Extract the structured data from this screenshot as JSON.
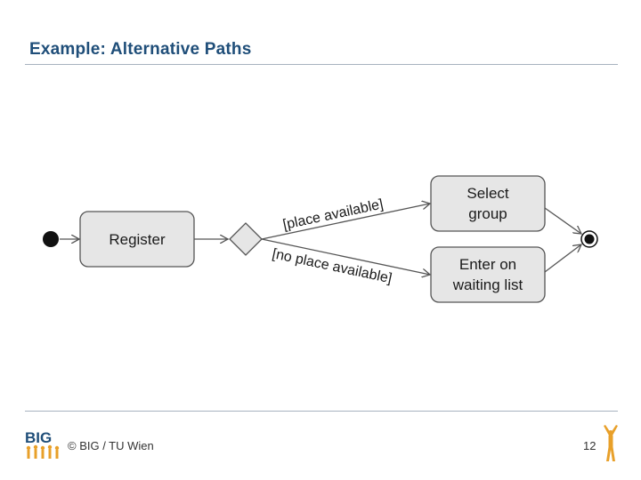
{
  "slide": {
    "title": "Example:  Alternative Paths",
    "copyright": "© BIG / TU Wien",
    "page_number": "12",
    "logo_text": "BIG"
  },
  "diagram": {
    "nodes": {
      "register": "Register",
      "select_group_line1": "Select",
      "select_group_line2": "group",
      "waiting_list_line1": "Enter on",
      "waiting_list_line2": "waiting list"
    },
    "guards": {
      "place_available": "[place available]",
      "no_place_available": "[no place available]"
    }
  },
  "colors": {
    "title": "#1f4e79",
    "rule": "#a7b3bf",
    "node_fill": "#e6e6e6",
    "node_stroke": "#555555",
    "logo_blue": "#1f4e79",
    "logo_orange": "#e8a02a"
  },
  "icons": {
    "initial_node": "filled-circle",
    "final_node": "bullseye",
    "decision": "diamond"
  }
}
